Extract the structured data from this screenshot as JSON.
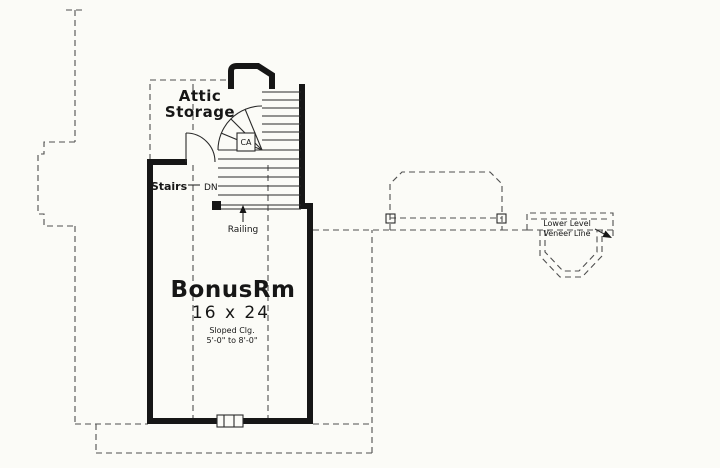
{
  "colors": {
    "ink": "#161616",
    "dashed_line": "#4f4f4f",
    "paper": "#fbfbf7"
  },
  "labels": {
    "attic_storage_line1": "Attic",
    "attic_storage_line2": "Storage",
    "stairs": "Stairs",
    "dn": "DN",
    "ca": "CA",
    "railing": "Railing",
    "room_name": "BonusRm",
    "room_dims": "16 x 24",
    "ceiling_line1": "Sloped Clg.",
    "ceiling_line2": "5'-0\" to 8'-0\"",
    "veneer_line1": "Lower Level",
    "veneer_line2": "Veneer Line"
  }
}
